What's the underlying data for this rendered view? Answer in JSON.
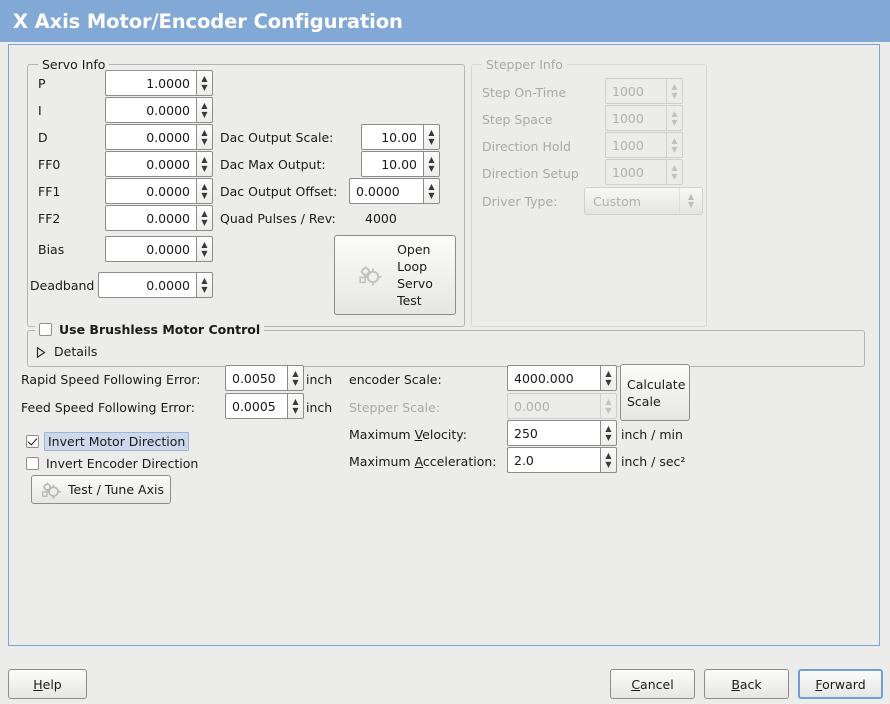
{
  "window": {
    "title": "X Axis Motor/Encoder Configuration",
    "title_bar_color": "#82a8d6",
    "background_color": "#ececeb",
    "border_color": "#7aa3d4"
  },
  "servo_info": {
    "frame_title": "Servo Info",
    "enabled": true,
    "pid_rows": [
      {
        "label": "P",
        "value": "1.0000"
      },
      {
        "label": "I",
        "value": "0.0000"
      },
      {
        "label": "D",
        "value": "0.0000"
      },
      {
        "label": "FF0",
        "value": "0.0000"
      },
      {
        "label": "FF1",
        "value": "0.0000"
      },
      {
        "label": "FF2",
        "value": "0.0000"
      },
      {
        "label": "Bias",
        "value": "0.0000"
      },
      {
        "label": "Deadband",
        "value": "0.0000"
      }
    ],
    "dac_output_scale_label": "Dac Output Scale:",
    "dac_output_scale_value": "10.00",
    "dac_max_output_label": "Dac Max Output:",
    "dac_max_output_value": "10.00",
    "dac_output_offset_label": "Dac Output Offset:",
    "dac_output_offset_value": "0.0000",
    "quad_pulses_label": "Quad Pulses / Rev:",
    "quad_pulses_value": "4000",
    "open_loop_button": {
      "line1": "Open",
      "line2": "Loop",
      "line3": "Servo",
      "line4": "Test",
      "icon": "gears-icon"
    }
  },
  "stepper_info": {
    "frame_title": "Stepper Info",
    "enabled": false,
    "rows": [
      {
        "label": "Step On-Time",
        "value": "1000"
      },
      {
        "label": "Step Space",
        "value": "1000"
      },
      {
        "label": "Direction Hold",
        "value": "1000"
      },
      {
        "label": "Direction Setup",
        "value": "1000"
      }
    ],
    "driver_type_label": "Driver Type:",
    "driver_type_value": "Custom"
  },
  "brushless": {
    "checkbox_label": "Use Brushless Motor Control",
    "checked": false,
    "details_label": "Details",
    "details_expanded": false
  },
  "following_error": {
    "rapid_label": "Rapid Speed Following Error:",
    "rapid_value": "0.0050",
    "rapid_unit": "inch",
    "feed_label": "Feed Speed Following Error:",
    "feed_value": "0.0005",
    "feed_unit": "inch"
  },
  "direction": {
    "invert_motor_label": "Invert Motor Direction",
    "invert_motor_checked": true,
    "invert_motor_focused": true,
    "invert_encoder_label": "Invert Encoder Direction",
    "invert_encoder_checked": false,
    "test_tune_button": "Test / Tune Axis",
    "test_tune_icon": "gears-icon"
  },
  "scale": {
    "encoder_scale_label": "encoder Scale:",
    "encoder_scale_value": "4000.000",
    "encoder_scale_enabled": true,
    "stepper_scale_label": "Stepper Scale:",
    "stepper_scale_value": "0.000",
    "stepper_scale_enabled": false,
    "calculate_button_line1": "Calculate",
    "calculate_button_line2": "Scale",
    "max_velocity_label_pre": "Maximum ",
    "max_velocity_label_mnemonic": "V",
    "max_velocity_label_post": "elocity:",
    "max_velocity_value": "250",
    "max_velocity_unit": "inch / min",
    "max_accel_label_pre": "Maximum ",
    "max_accel_label_mnemonic": "A",
    "max_accel_label_post": "cceleration:",
    "max_accel_value": "2.0",
    "max_accel_unit": "inch / sec²"
  },
  "footer": {
    "help": {
      "pre": "",
      "mnemonic": "H",
      "post": "elp"
    },
    "cancel": {
      "pre": "",
      "mnemonic": "C",
      "post": "ancel"
    },
    "back": {
      "pre": "",
      "mnemonic": "B",
      "post": "ack"
    },
    "forward": {
      "pre": "",
      "mnemonic": "F",
      "post": "orward",
      "focused": true
    }
  }
}
